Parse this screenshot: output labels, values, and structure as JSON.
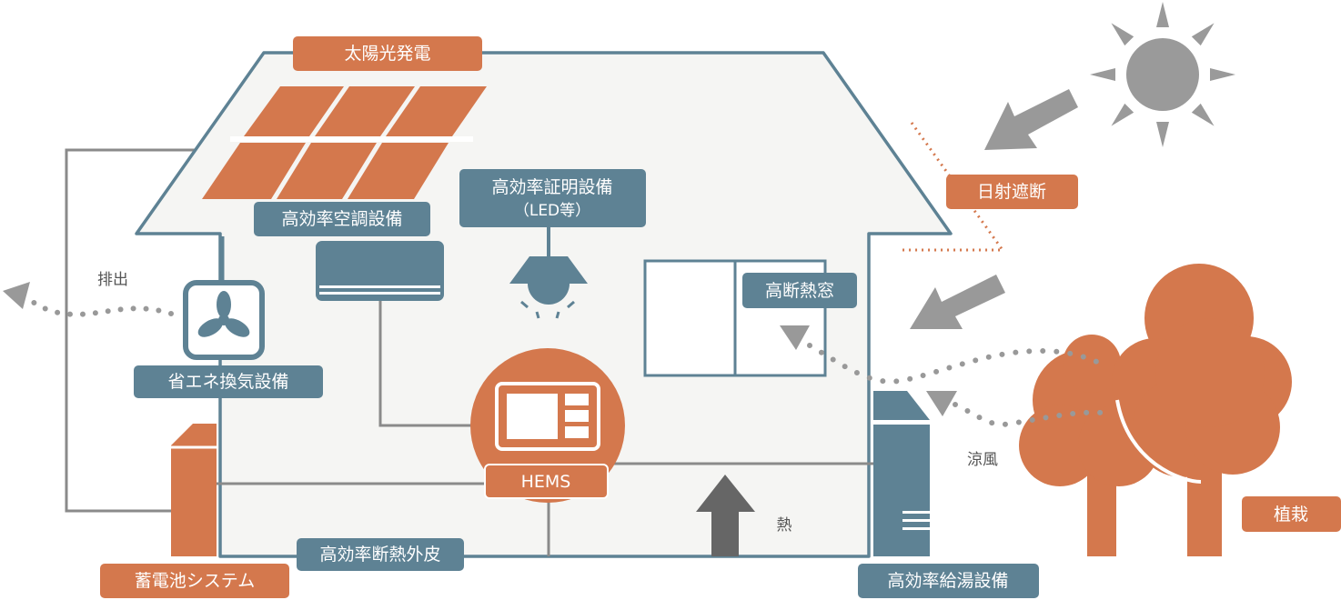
{
  "colors": {
    "orange": "#D4784D",
    "teal": "#5E8294",
    "house_fill": "#F5F5F3",
    "gray": "#9A9A9A",
    "dark_gray": "#666666"
  },
  "labels": {
    "solar": "太陽光発電",
    "aircon": "高効率空調設備",
    "lighting_line1": "高効率証明設備",
    "lighting_line2": "（LED等）",
    "ventilation": "省エネ換気設備",
    "hems": "HEMS",
    "window": "高断熱窓",
    "battery": "蓄電池システム",
    "envelope": "高効率断熱外皮",
    "water_heater": "高効率給湯設備",
    "solar_shading": "日射遮断",
    "planting": "植栽"
  },
  "annotations": {
    "exhaust": "排出",
    "heat": "熱",
    "cool_breeze": "涼風"
  },
  "icons": [
    "sun-icon",
    "fan-icon",
    "ceiling-lamp-icon",
    "air-conditioner-icon",
    "hems-monitor-icon",
    "battery-icon",
    "water-heater-icon",
    "tree-icon",
    "arrow-icon"
  ]
}
